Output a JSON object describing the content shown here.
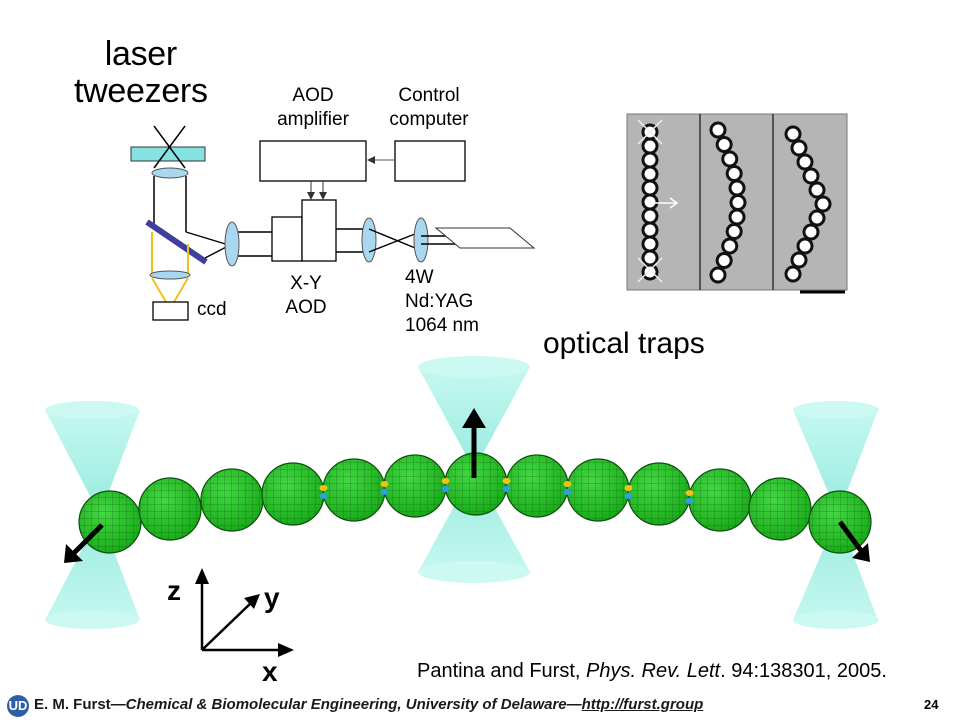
{
  "title_line1": "laser",
  "title_line2": "tweezers",
  "schematic": {
    "aod_amp_line1": "AOD",
    "aod_amp_line2": "amplifier",
    "control_line1": "Control",
    "control_line2": "computer",
    "xy_line1": "X-Y",
    "xy_line2": "AOD",
    "laser_line1": "4W",
    "laser_line2": "Nd:YAG",
    "laser_line3": "1064 nm",
    "ccd": "ccd"
  },
  "optical_traps": "optical traps",
  "axes": {
    "z": "z",
    "y": "y",
    "x": "x"
  },
  "citation": {
    "authors": "Pantina and Furst, ",
    "journal": "Phys. Rev. Lett",
    "details": ". 94:138301, 2005."
  },
  "footer": {
    "logo": "UD",
    "name": "E. M. Furst",
    "dash1": "—",
    "dept": "Chemical & Biomolecular Engineering, University of Delaware",
    "dash2": "—",
    "url": "http://furst.group",
    "page": "24"
  },
  "colors": {
    "bead_green": "#1fbe1f",
    "trap_cyan": "#aef4ea",
    "lens_blue": "#a9d7ef",
    "mirror": "#3f3fa0",
    "ccd_path": "#f2c21a"
  }
}
